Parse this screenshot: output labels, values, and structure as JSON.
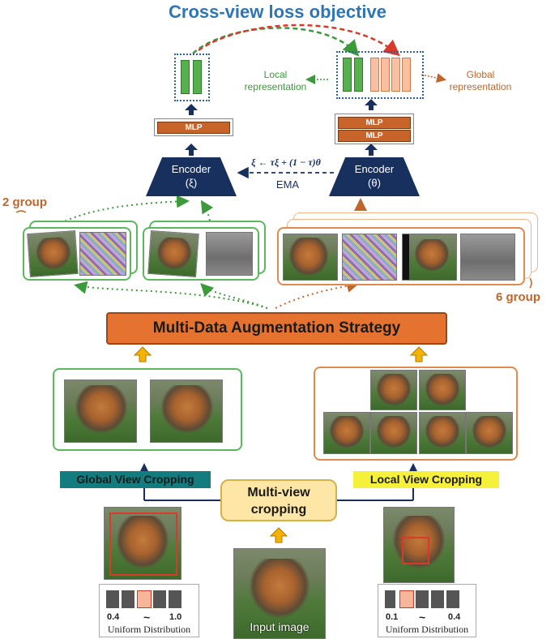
{
  "title": "Cross-view loss objective",
  "local_representation": "Local\nrepresentation",
  "global_representation": "Global\nrepresentation",
  "mlp_label": "MLP",
  "encoder_left": {
    "line1": "Encoder",
    "line2": "(ξ)"
  },
  "encoder_right": {
    "line1": "Encoder",
    "line2": "(θ)"
  },
  "ema_formula": "ξ ← τξ + (1 − τ)θ",
  "ema_label": "EMA",
  "group_left": "2 group",
  "group_right": "6 group",
  "mdas_label": "Multi-Data Augmentation Strategy",
  "global_view_cropping": "Global View Cropping",
  "local_view_cropping": "Local View Cropping",
  "multi_view_cropping": "Multi-view\ncropping",
  "input_image_label": "Input image",
  "dist_left": {
    "low": "0.4",
    "tilde": "~",
    "high": "1.0",
    "label": "Uniform Distribution"
  },
  "dist_right": {
    "low": "0.1",
    "tilde": "~",
    "high": "0.4",
    "label": "Uniform Distribution"
  },
  "colors": {
    "title": "#2e75b6",
    "green": "#5cb85c",
    "orange": "#e08a4c",
    "navy": "#17305e",
    "mlp": "#c8642a",
    "arrow_yellow": "#f5b300"
  }
}
